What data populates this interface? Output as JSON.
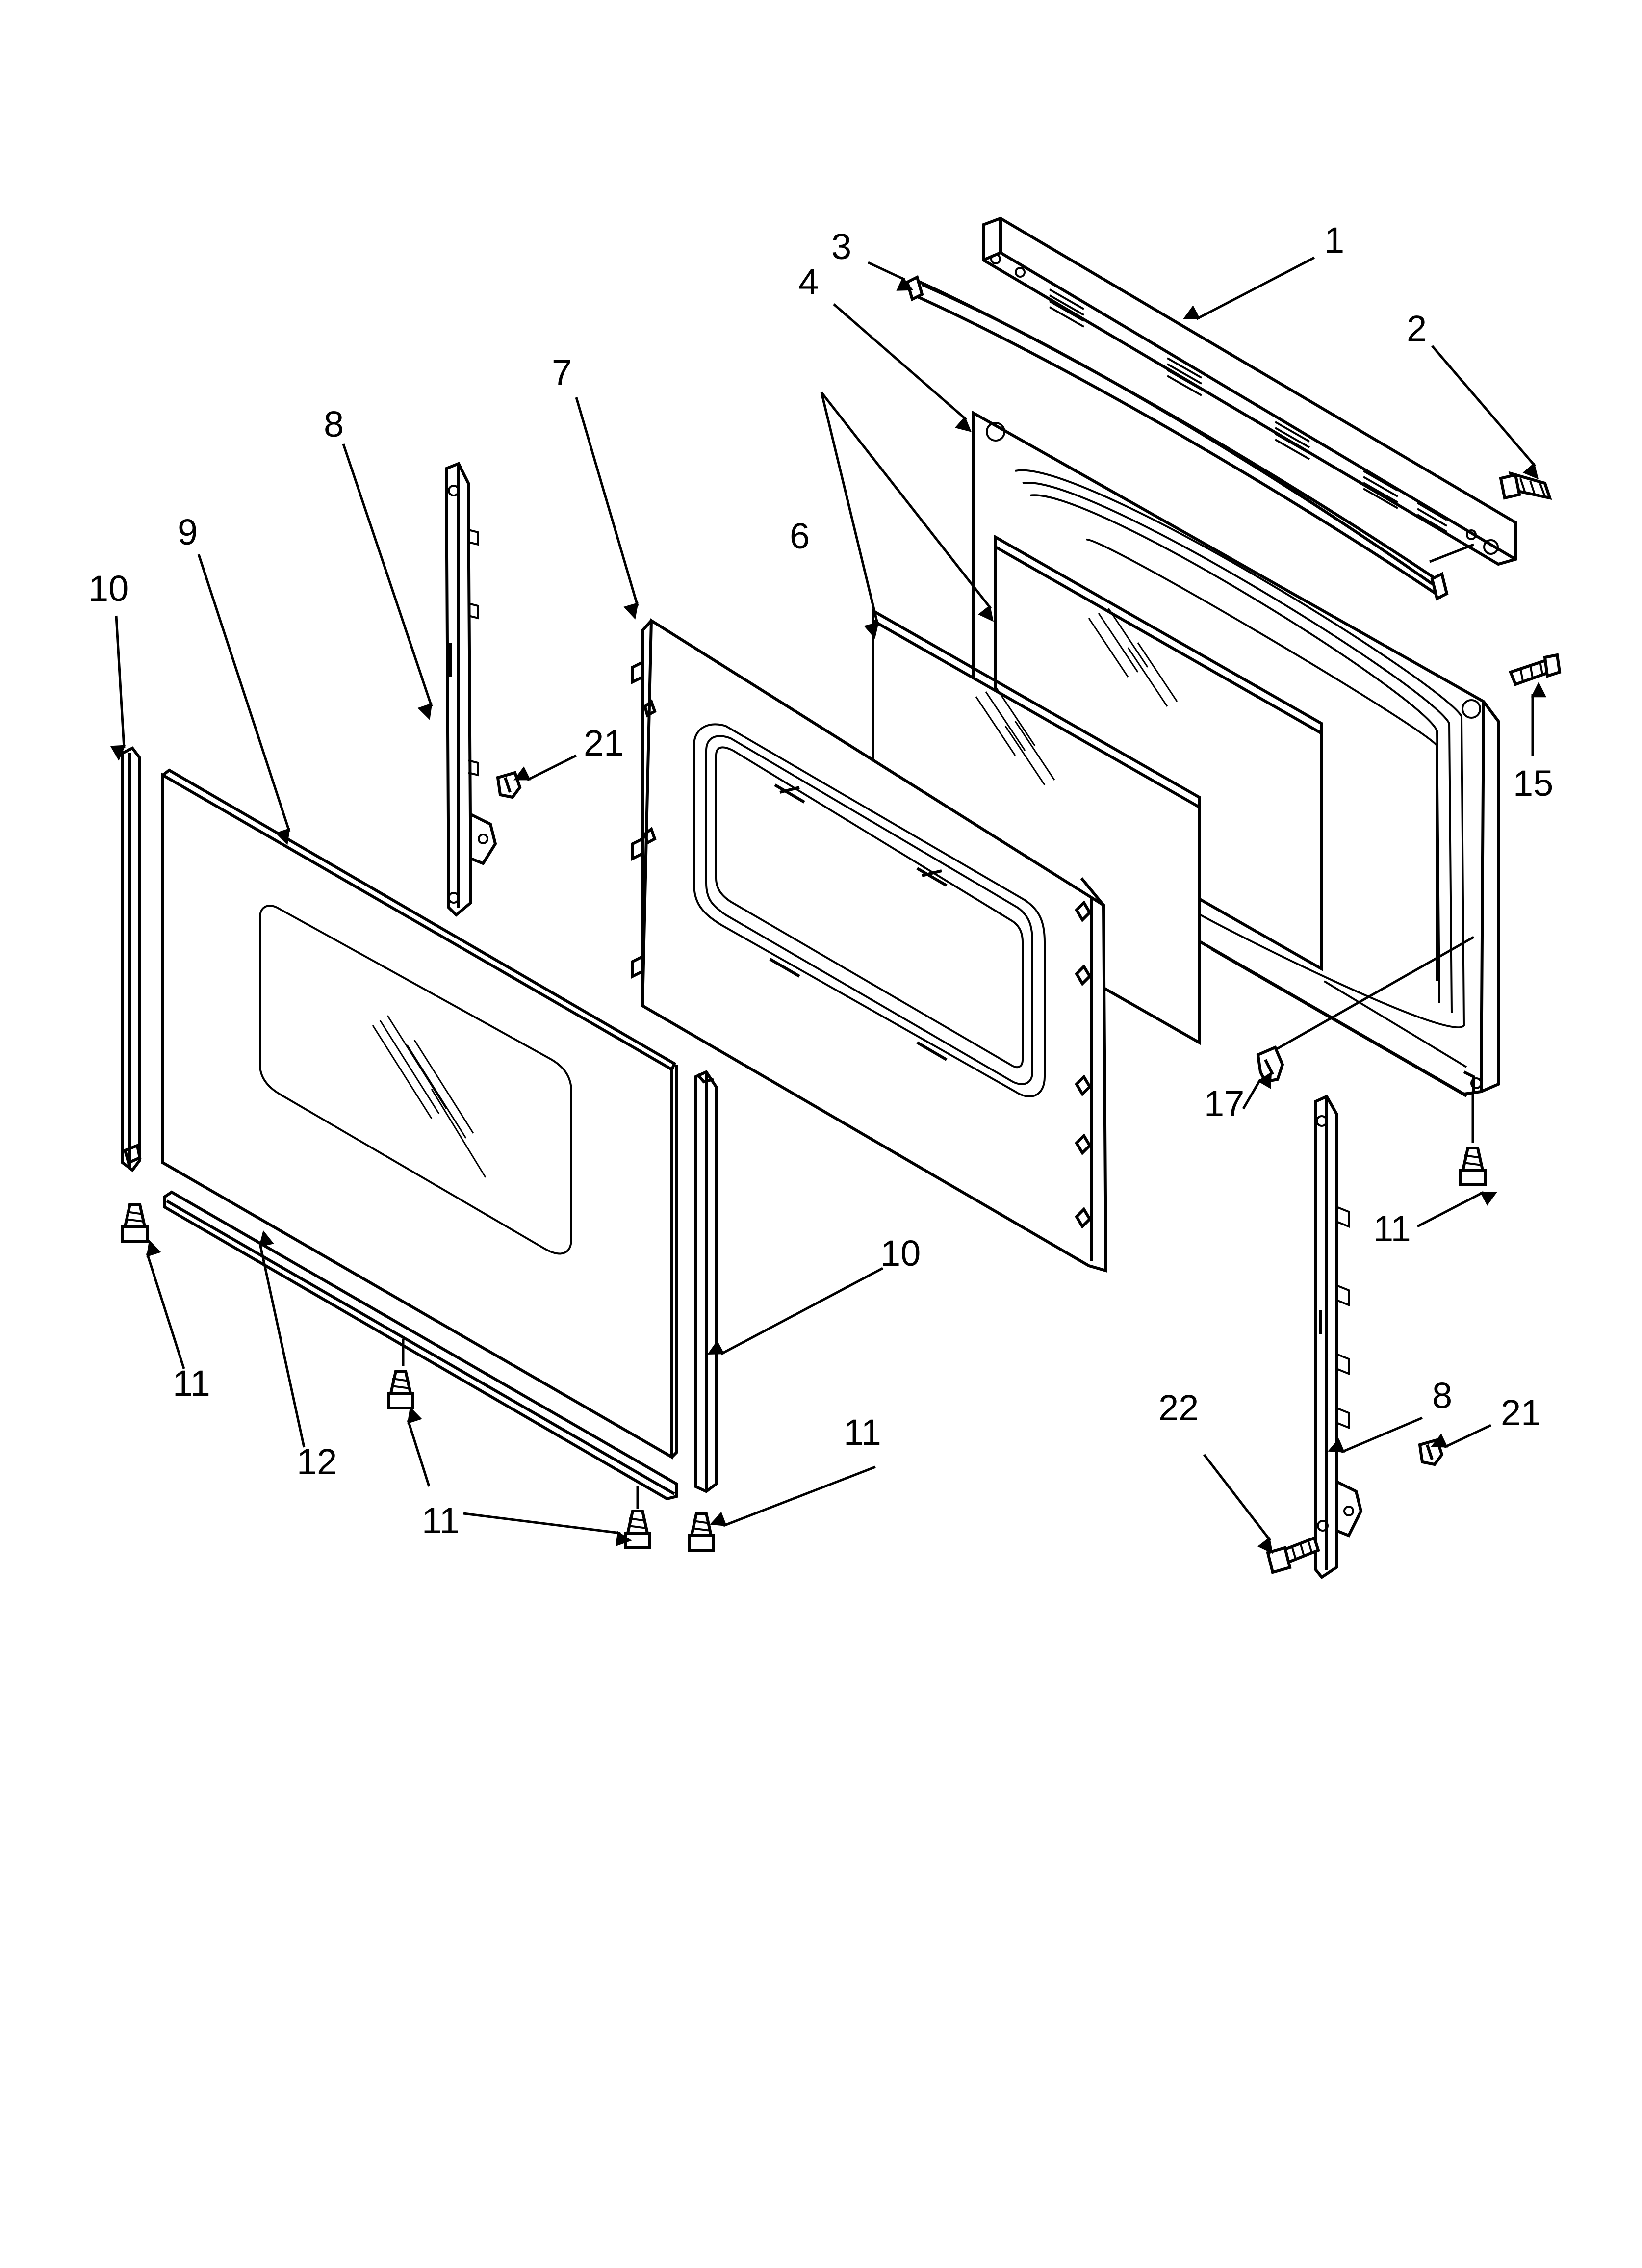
{
  "callouts": [
    {
      "id": "c1",
      "text": "1"
    },
    {
      "id": "c2",
      "text": "2"
    },
    {
      "id": "c3",
      "text": "3"
    },
    {
      "id": "c4",
      "text": "4"
    },
    {
      "id": "c6",
      "text": "6"
    },
    {
      "id": "c7",
      "text": "7"
    },
    {
      "id": "c8a",
      "text": "8"
    },
    {
      "id": "c9",
      "text": "9"
    },
    {
      "id": "c10a",
      "text": "10"
    },
    {
      "id": "c21a",
      "text": "21"
    },
    {
      "id": "c15",
      "text": "15"
    },
    {
      "id": "c17",
      "text": "17"
    },
    {
      "id": "c11a",
      "text": "11"
    },
    {
      "id": "c10b",
      "text": "10"
    },
    {
      "id": "c11b",
      "text": "11"
    },
    {
      "id": "c12",
      "text": "12"
    },
    {
      "id": "c11c",
      "text": "11"
    },
    {
      "id": "c11d",
      "text": "11"
    },
    {
      "id": "c22",
      "text": "22"
    },
    {
      "id": "c8b",
      "text": "8"
    },
    {
      "id": "c21b",
      "text": "21"
    }
  ]
}
